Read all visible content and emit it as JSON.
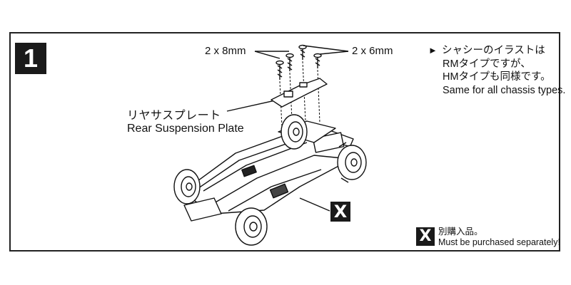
{
  "step": {
    "number": "1"
  },
  "screws": {
    "left_label": "2 x 8mm",
    "right_label": "2 x 6mm"
  },
  "part": {
    "name_jp": "リヤサスプレート",
    "name_en": "Rear Suspension Plate"
  },
  "note": {
    "line1": "シャシーのイラストは",
    "line2": "RMタイプですが、",
    "line3": "HMタイプも同様です。",
    "line4": "Same for all chassis types."
  },
  "legend": {
    "symbol": "X",
    "text_jp": "別購入品。",
    "text_en": "Must be purchased separately!"
  },
  "icons": {
    "note_marker": "triangle-right-icon"
  }
}
